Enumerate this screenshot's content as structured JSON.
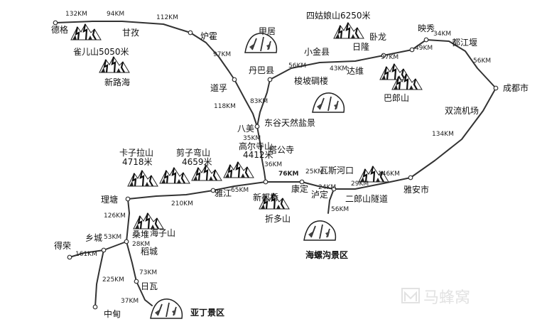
{
  "map": {
    "places": {
      "cd": "成都市",
      "dgy": "都江堰",
      "yx": "映秀",
      "wl": "卧龙",
      "rl": "日隆",
      "xjx": "小金县",
      "dw": "达维",
      "sgn": "四姑娘山6250米",
      "blsh": "巴郎山",
      "jj": "甲居",
      "dbx": "丹巴县",
      "sdbl": "梭坡碉楼",
      "ddg": "东谷天然盐景",
      "dh": "道孚",
      "lh": "炉霍",
      "gz": "甘孜",
      "dg": "德格",
      "qes": "雀儿山5050米",
      "xlh": "新路海",
      "bm": "八美",
      "gegs": "高尔寺山",
      "gegs_h": "4412米",
      "jgs": "塔公寺",
      "kzls": "卡子拉山",
      "kzls_h": "4718米",
      "jzws": "剪子弯山",
      "jzws_h": "4659米",
      "lt": "理塘",
      "yj": "雅江",
      "xdq": "新都桥",
      "zds": "折多山",
      "kd": "康定",
      "ld": "泸定",
      "wshk": "瓦斯河口",
      "elsd": "二郎山隧道",
      "ya": "雅安市",
      "slj": "双流机场",
      "hlg": "海螺沟景区",
      "xx": "乡城",
      "dr": "得荣",
      "sd": "桑堆",
      "dc": "稻城",
      "hzs": "海子山",
      "rw": "日瓦",
      "zd": "中甸",
      "ydjq": "亚丁景区"
    },
    "distances": {
      "d1": "132KM",
      "d2": "94KM",
      "d3": "112KM",
      "d4": "97KM",
      "d5": "118KM",
      "d6": "83KM",
      "d7": "35KM",
      "d8": "56KM",
      "d9": "43KM",
      "d10": "97KM",
      "d11": "49KM",
      "d12": "34KM",
      "d13": "56KM",
      "d14": "134KM",
      "d15": "146KM",
      "d16": "29KM",
      "d17": "24KM",
      "d18": "25KM",
      "d19": "76KM",
      "d20": "36KM",
      "d21": "65KM",
      "d22": "210KM",
      "d23": "56KM",
      "d24": "126KM",
      "d25": "53KM",
      "d26": "161KM",
      "d27": "28KM",
      "d28": "225KM",
      "d29": "73KM",
      "d30": "37KM"
    },
    "watermark": "马蜂窝"
  }
}
